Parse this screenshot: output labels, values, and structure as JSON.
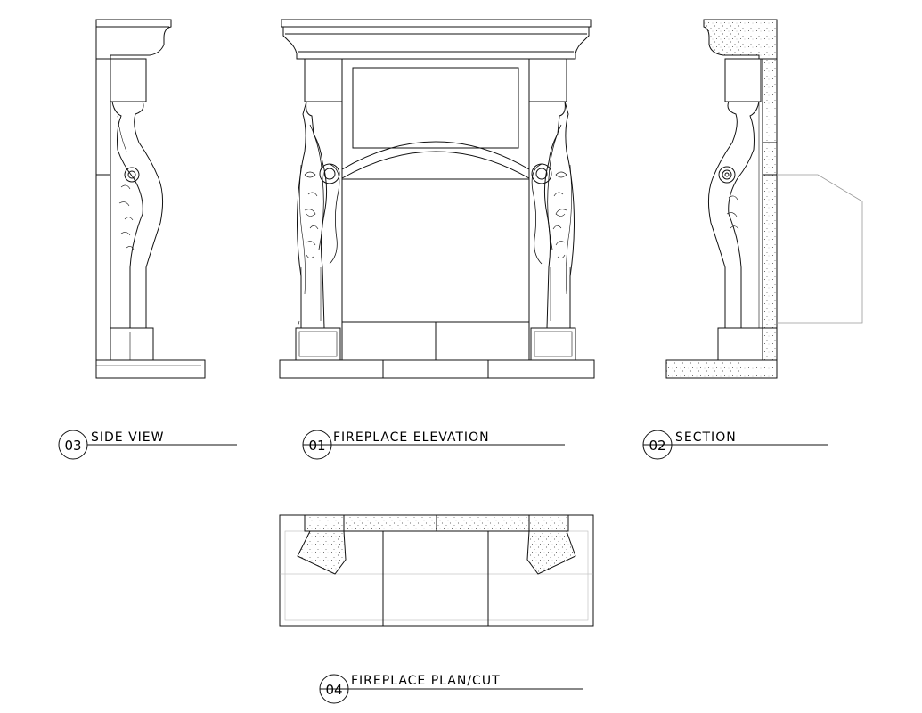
{
  "drawing": {
    "views": [
      {
        "number": "03",
        "title": "SIDE VIEW"
      },
      {
        "number": "01",
        "title": "FIREPLACE ELEVATION"
      },
      {
        "number": "02",
        "title": "SECTION"
      },
      {
        "number": "04",
        "title": "FIREPLACE PLAN/CUT"
      }
    ]
  }
}
